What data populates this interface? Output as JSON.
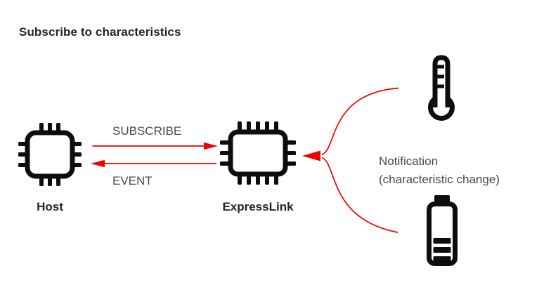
{
  "diagram": {
    "title": "Subscribe to characteristics",
    "nodes": {
      "host": {
        "label": "Host",
        "icon": "chip"
      },
      "expresslink": {
        "label": "ExpressLink",
        "icon": "chip"
      },
      "thermometer": {
        "icon": "thermometer"
      },
      "battery": {
        "icon": "battery"
      }
    },
    "edges": {
      "subscribe": {
        "label": "SUBSCRIBE",
        "direction": "host-to-expresslink"
      },
      "event": {
        "label": "EVENT",
        "direction": "expresslink-to-host"
      },
      "notification": {
        "line1": "Notification",
        "line2": "(characteristic change)",
        "direction": "sensors-to-expresslink"
      }
    }
  },
  "colors": {
    "arrow_red": "#f50000",
    "icon_black": "#0d0d0d",
    "text_dark": "#242424",
    "text_gray": "#4a4a4a",
    "background": "#ffffff"
  }
}
